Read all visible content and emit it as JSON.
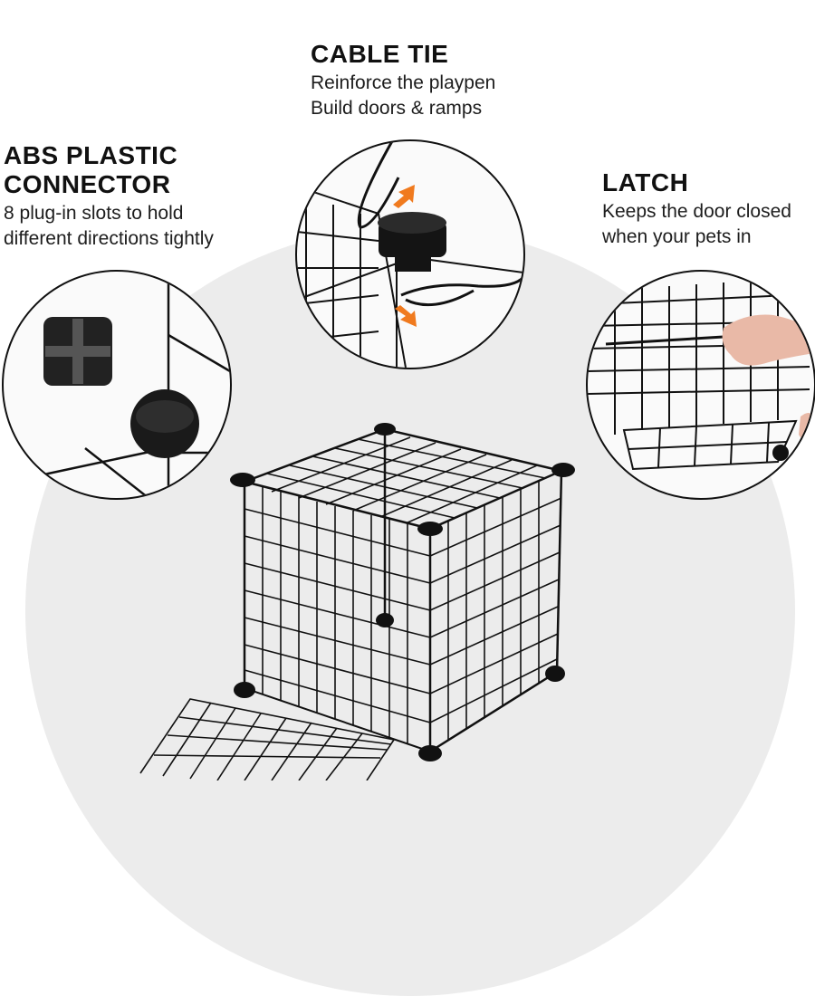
{
  "callouts": {
    "cable_tie": {
      "title": "CABLE TIE",
      "desc": "Reinforce the playpen\nBuild doors & ramps"
    },
    "abs_connector": {
      "title": "ABS PLASTIC\nCONNECTOR",
      "desc": "8 plug-in slots to hold\ndifferent directions tightly"
    },
    "latch": {
      "title": "LATCH",
      "desc": "Keeps the door closed\nwhen your pets in"
    }
  },
  "colors": {
    "background": "#ffffff",
    "circle_backdrop": "#ececec",
    "wire": "#111111",
    "arrow_accent": "#f07a1e"
  },
  "icons": [
    "cable-tie-detail",
    "abs-connector-detail",
    "latch-detail",
    "wire-pet-playpen"
  ]
}
